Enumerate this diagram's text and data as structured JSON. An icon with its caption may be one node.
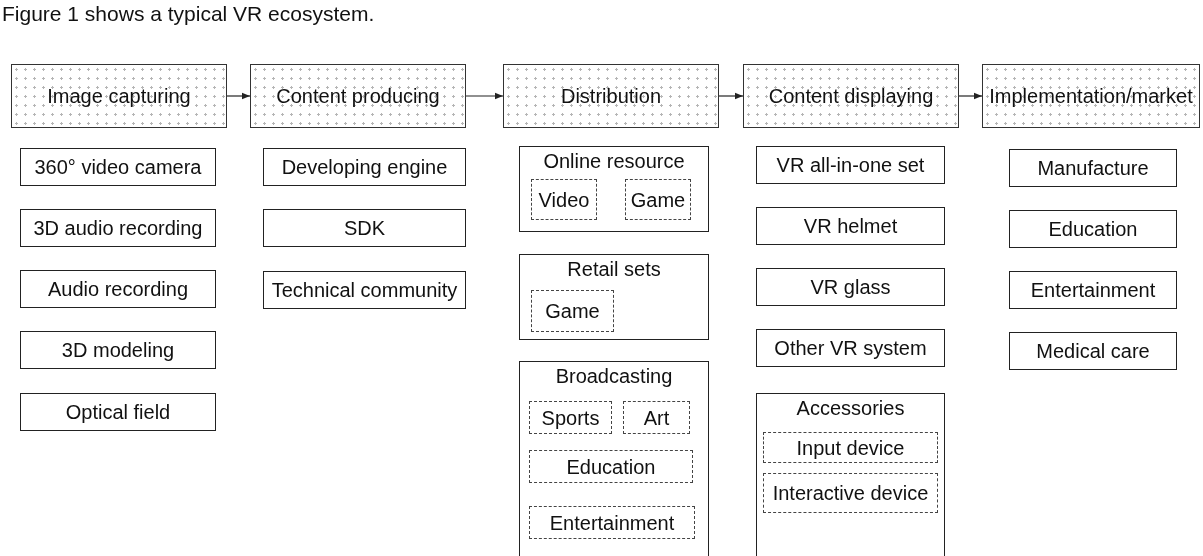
{
  "diagram": {
    "title": "Figure 1 shows a typical VR ecosystem.",
    "nodes": [
      {
        "text": [
          "Image capturing"
        ]
      },
      {
        "text": [
          "Content producing"
        ]
      },
      {
        "text": [
          "Distribution"
        ]
      },
      {
        "text": [
          "Content displaying"
        ]
      },
      {
        "text": [
          "Implementation/market"
        ]
      },
      {
        "text": [
          "360° video camera"
        ]
      },
      {
        "text": [
          "3D audio recording"
        ]
      },
      {
        "text": [
          "Audio recording"
        ]
      },
      {
        "text": [
          "3D modeling"
        ]
      },
      {
        "text": [
          "Optical field"
        ]
      },
      {
        "text": [
          "Developing engine"
        ]
      },
      {
        "text": [
          "SDK"
        ]
      },
      {
        "text": [
          "Technical community"
        ]
      },
      {
        "text": [
          "Online resource"
        ]
      },
      {
        "text": [
          "Video"
        ],
        "in": 13
      },
      {
        "text": [
          "Game"
        ],
        "in": 13
      },
      {
        "text": [
          "Retail sets"
        ]
      },
      {
        "text": [
          "Game"
        ],
        "in": 16
      },
      {
        "text": [
          "Broadcasting"
        ]
      },
      {
        "text": [
          "Sports"
        ],
        "in": 18
      },
      {
        "text": [
          "Art"
        ],
        "in": 18
      },
      {
        "text": [
          "Education"
        ],
        "in": 18
      },
      {
        "text": [
          "Entertainment"
        ],
        "in": 18
      },
      {
        "text": [
          "VR all-in-one set"
        ]
      },
      {
        "text": [
          "VR helmet"
        ]
      },
      {
        "text": [
          "VR glass"
        ]
      },
      {
        "text": [
          "Other VR system"
        ]
      },
      {
        "text": [
          "Accessories"
        ]
      },
      {
        "text": [
          "Input device"
        ],
        "in": 27
      },
      {
        "text": [
          "Interactive device"
        ],
        "in": 27
      },
      {
        "text": [
          "Manufacture"
        ]
      },
      {
        "text": [
          "Education"
        ]
      },
      {
        "text": [
          "Entertainment"
        ]
      },
      {
        "text": [
          "Medical care"
        ]
      }
    ],
    "edges": [
      {
        "from": 0,
        "to": 1,
        "arrow": "to"
      },
      {
        "from": 1,
        "to": 2,
        "arrow": "to"
      },
      {
        "from": 2,
        "to": 3,
        "arrow": "to"
      },
      {
        "from": 3,
        "to": 4,
        "arrow": "to"
      }
    ]
  }
}
